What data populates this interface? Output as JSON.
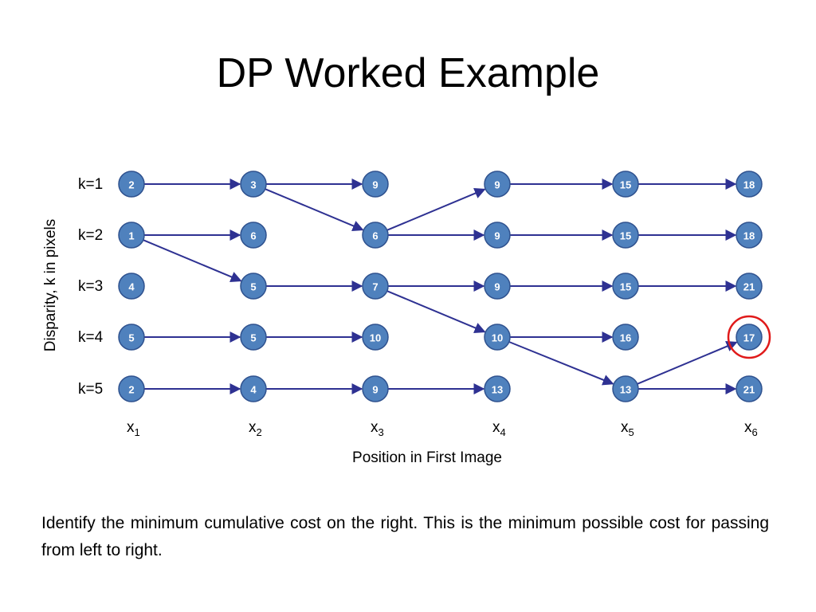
{
  "title": "DP Worked Example",
  "rows": [
    "k=1",
    "k=2",
    "k=3",
    "k=4",
    "k=5"
  ],
  "columns": [
    {
      "base": "x",
      "sub": "1"
    },
    {
      "base": "x",
      "sub": "2"
    },
    {
      "base": "x",
      "sub": "3"
    },
    {
      "base": "x",
      "sub": "4"
    },
    {
      "base": "x",
      "sub": "5"
    },
    {
      "base": "x",
      "sub": "6"
    }
  ],
  "costs": [
    [
      "2",
      "3",
      "9",
      "9",
      "15",
      "18"
    ],
    [
      "1",
      "6",
      "6",
      "9",
      "15",
      "18"
    ],
    [
      "4",
      "5",
      "7",
      "9",
      "15",
      "21"
    ],
    [
      "5",
      "5",
      "10",
      "10",
      "16",
      "17"
    ],
    [
      "2",
      "4",
      "9",
      "13",
      "13",
      "21"
    ]
  ],
  "edges": [
    [
      [
        0,
        0
      ],
      [
        0,
        1
      ]
    ],
    [
      [
        0,
        1
      ],
      [
        0,
        2
      ]
    ],
    [
      [
        0,
        1
      ],
      [
        1,
        2
      ]
    ],
    [
      [
        1,
        0
      ],
      [
        1,
        1
      ]
    ],
    [
      [
        1,
        0
      ],
      [
        2,
        1
      ]
    ],
    [
      [
        2,
        1
      ],
      [
        2,
        2
      ]
    ],
    [
      [
        3,
        0
      ],
      [
        3,
        1
      ]
    ],
    [
      [
        3,
        1
      ],
      [
        3,
        2
      ]
    ],
    [
      [
        4,
        0
      ],
      [
        4,
        1
      ]
    ],
    [
      [
        4,
        1
      ],
      [
        4,
        2
      ]
    ],
    [
      [
        4,
        2
      ],
      [
        4,
        3
      ]
    ],
    [
      [
        1,
        2
      ],
      [
        0,
        3
      ]
    ],
    [
      [
        1,
        2
      ],
      [
        1,
        3
      ]
    ],
    [
      [
        2,
        2
      ],
      [
        2,
        3
      ]
    ],
    [
      [
        2,
        2
      ],
      [
        3,
        3
      ]
    ],
    [
      [
        0,
        3
      ],
      [
        0,
        4
      ]
    ],
    [
      [
        1,
        3
      ],
      [
        1,
        4
      ]
    ],
    [
      [
        2,
        3
      ],
      [
        2,
        4
      ]
    ],
    [
      [
        3,
        3
      ],
      [
        3,
        4
      ]
    ],
    [
      [
        3,
        3
      ],
      [
        4,
        4
      ]
    ],
    [
      [
        0,
        4
      ],
      [
        0,
        5
      ]
    ],
    [
      [
        1,
        4
      ],
      [
        1,
        5
      ]
    ],
    [
      [
        2,
        4
      ],
      [
        2,
        5
      ]
    ],
    [
      [
        4,
        4
      ],
      [
        3,
        5
      ]
    ],
    [
      [
        4,
        4
      ],
      [
        4,
        5
      ]
    ]
  ],
  "highlighted_node": [
    3,
    5
  ],
  "x_axis_label": "Position in First Image",
  "y_axis_label": "Disparity, k in pixels",
  "caption": "Identify the minimum cumulative cost on the right.  This is the minimum possible cost for passing from left to right.",
  "colors": {
    "node_fill": "#4f81bd",
    "edge": "#2e3192",
    "highlight": "#e01a1a"
  }
}
